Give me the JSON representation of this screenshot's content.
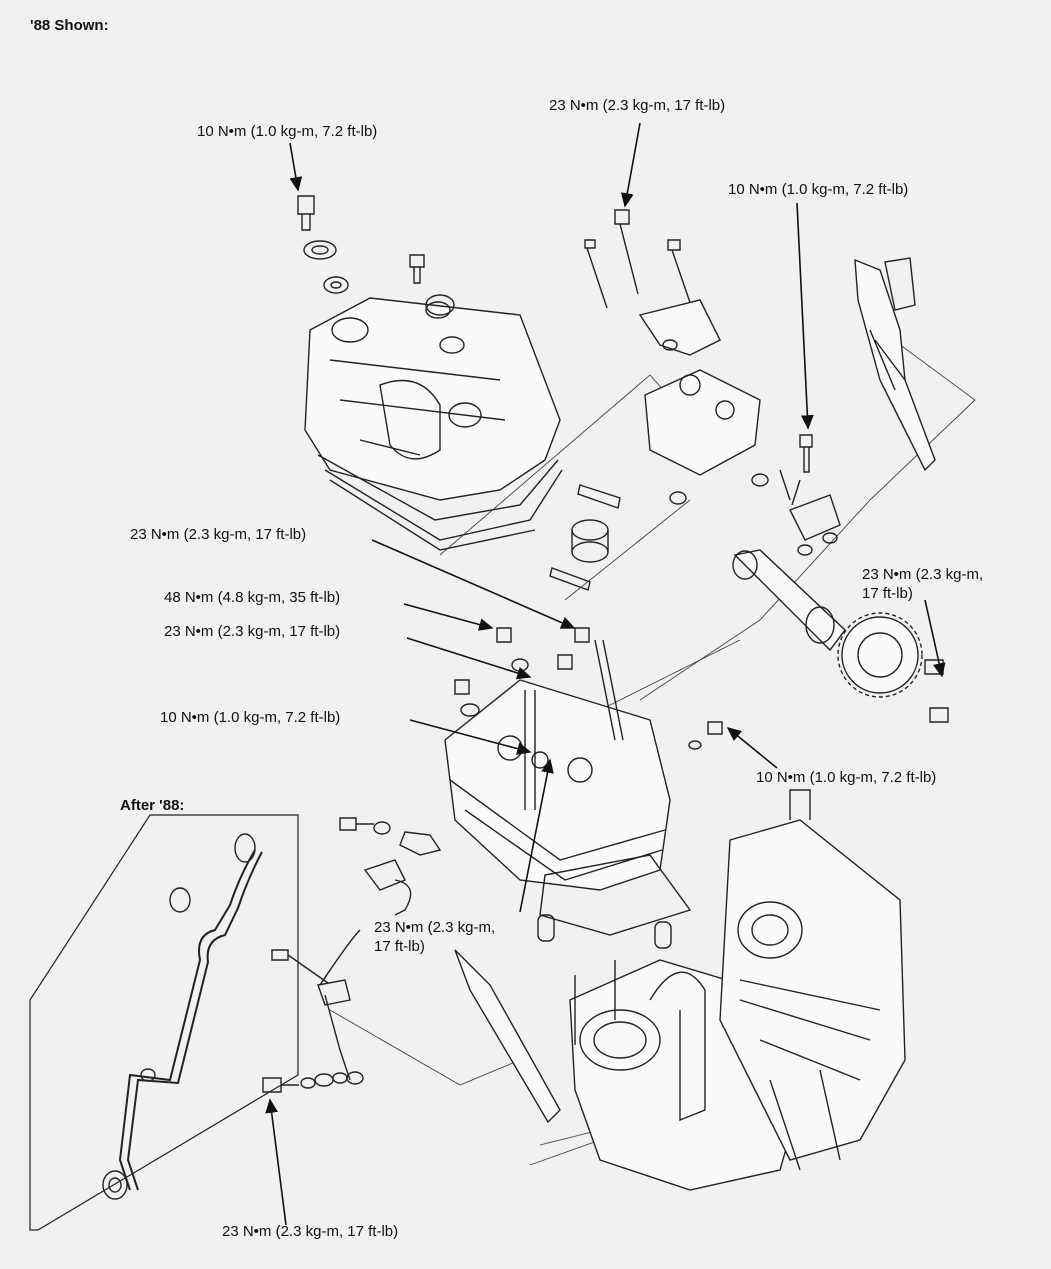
{
  "header": "'88 Shown:",
  "inset_title": "After '88:",
  "torque_labels": [
    "10 N•m (1.0 kg-m, 7.2 ft-lb)",
    "23 N•m (2.3 kg-m, 17 ft-lb)",
    "10 N•m (1.0 kg-m, 7.2 ft-lb)",
    "23 N•m (2.3 kg-m, 17 ft-lb)",
    "48 N•m (4.8 kg-m, 35 ft-lb)",
    "23 N•m (2.3 kg-m, 17 ft-lb)",
    "10 N•m (1.0 kg-m, 7.2 ft-lb)",
    "23 N•m (2.3 kg-m,\n17 ft-lb)",
    "10 N•m (1.0 kg-m, 7.2 ft-lb)",
    "23 N•m (2.3 kg-m,\n17 ft-lb)",
    "23 N•m (2.3 kg-m, 17 ft-lb)"
  ]
}
